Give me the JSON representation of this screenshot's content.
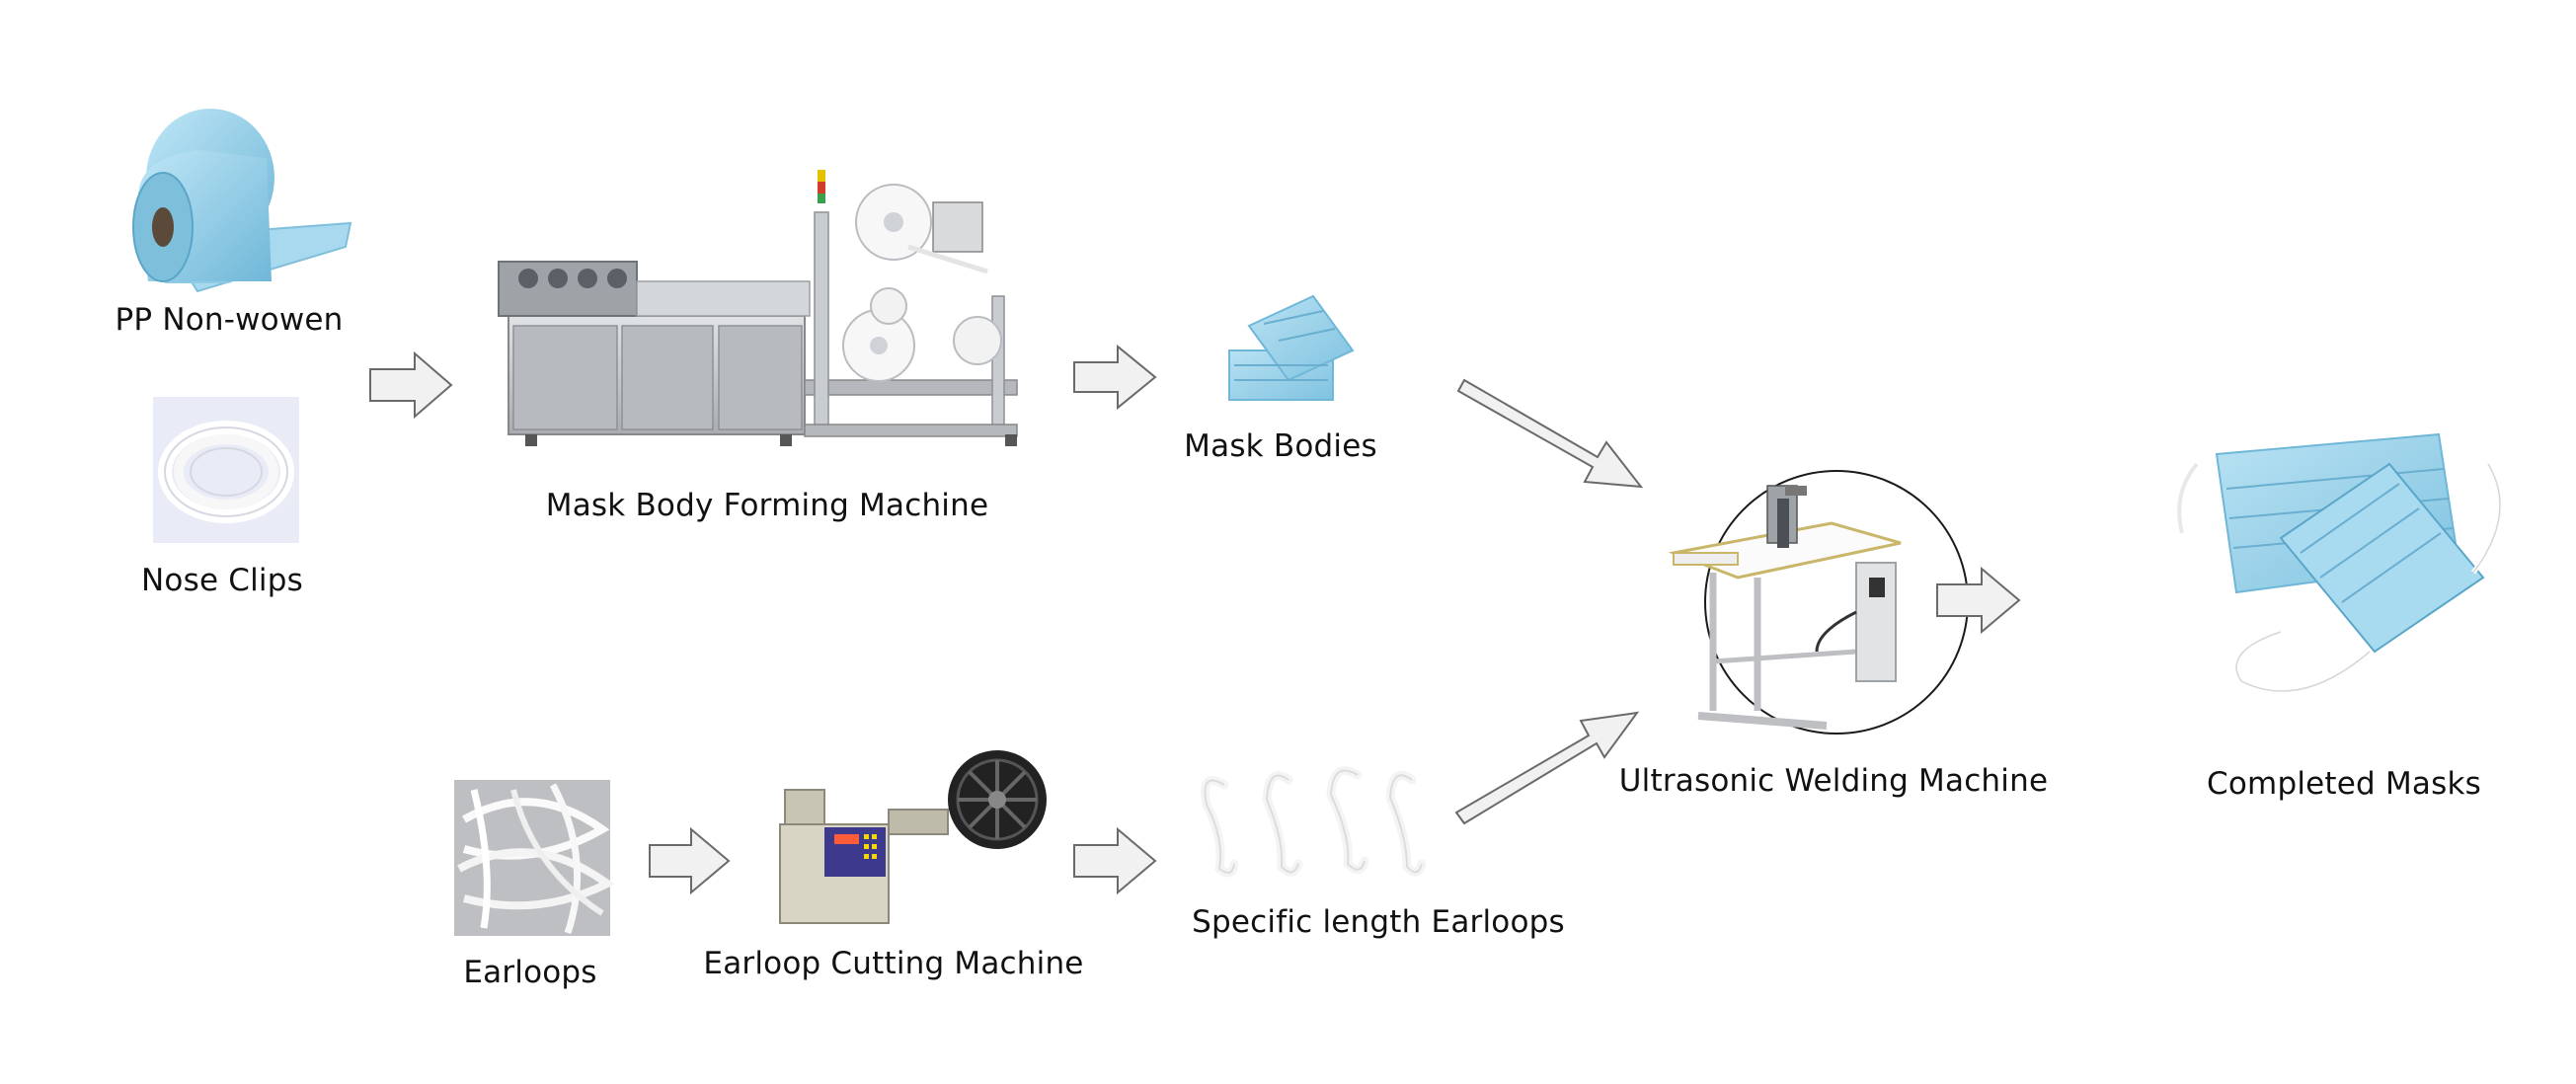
{
  "diagram": {
    "nodes": {
      "pp_nonwoven": {
        "label": "PP Non-wowen"
      },
      "nose_clips": {
        "label": "Nose Clips"
      },
      "mask_body_machine": {
        "label": "Mask Body Forming Machine"
      },
      "mask_bodies": {
        "label": "Mask Bodies"
      },
      "earloops": {
        "label": "Earloops"
      },
      "earloop_cutter": {
        "label": "Earloop Cutting Machine"
      },
      "specific_earloops": {
        "label": "Specific length Earloops"
      },
      "welding_machine": {
        "label": "Ultrasonic Welding Machine"
      },
      "completed_masks": {
        "label": "Completed Masks"
      }
    },
    "edges": [
      {
        "from": "pp_nonwoven+nose_clips",
        "to": "mask_body_machine"
      },
      {
        "from": "mask_body_machine",
        "to": "mask_bodies"
      },
      {
        "from": "mask_bodies",
        "to": "welding_machine"
      },
      {
        "from": "earloops",
        "to": "earloop_cutter"
      },
      {
        "from": "earloop_cutter",
        "to": "specific_earloops"
      },
      {
        "from": "specific_earloops",
        "to": "welding_machine"
      },
      {
        "from": "welding_machine",
        "to": "completed_masks"
      }
    ],
    "colors": {
      "mask_blue": "#9fd3ea",
      "mask_blue_dark": "#6fb7d8",
      "machine_steel": "#c7cacd",
      "arrow_fill": "#f1f1f1",
      "arrow_stroke": "#6a6a6a"
    }
  }
}
